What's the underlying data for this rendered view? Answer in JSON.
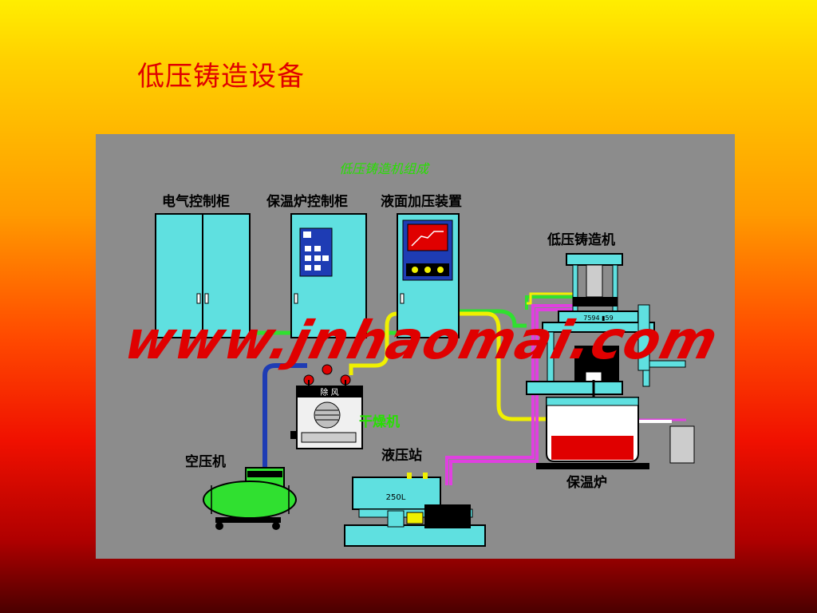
{
  "title": "低压铸造设备",
  "diagram": {
    "subtitle": "低压铸造机组成",
    "labels": {
      "electric_cabinet": "电气控制柜",
      "furnace_cabinet": "保温炉控制柜",
      "pressure_device": "液面加压装置",
      "casting_machine": "低压铸造机",
      "dryer": "干燥机",
      "compressor": "空压机",
      "hydraulic_station": "液压站",
      "holding_furnace": "保温炉"
    },
    "dryer_panel_text": "除 风",
    "tank_text": "250L",
    "machine_plate_text": "7594 ▮59",
    "watermark": "www.jnhaomai.com",
    "colors": {
      "panel_bg": "#8c8c8c",
      "cabinet": "#5fe0e0",
      "pipe_green": "#30e030",
      "pipe_yellow": "#f0f000",
      "pipe_blue": "#1e3cb4",
      "pipe_magenta": "#e040e0",
      "molten_metal": "#e00000",
      "title_red": "#e00000"
    }
  }
}
